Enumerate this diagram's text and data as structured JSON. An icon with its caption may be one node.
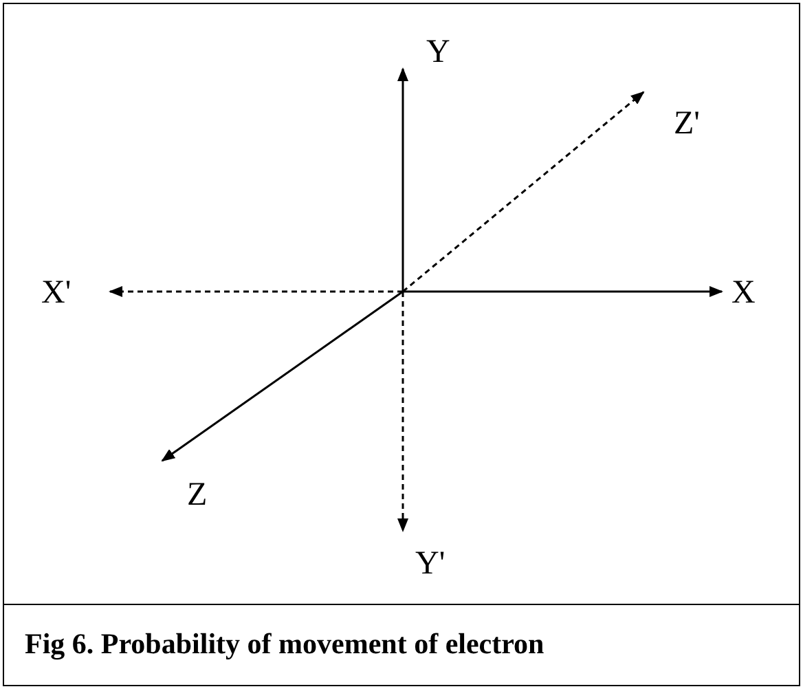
{
  "diagram": {
    "caption": "Fig 6. Probability of movement of electron",
    "labels": [
      "Y",
      "Z'",
      "X'",
      "X",
      "Z",
      "Y'"
    ]
  }
}
